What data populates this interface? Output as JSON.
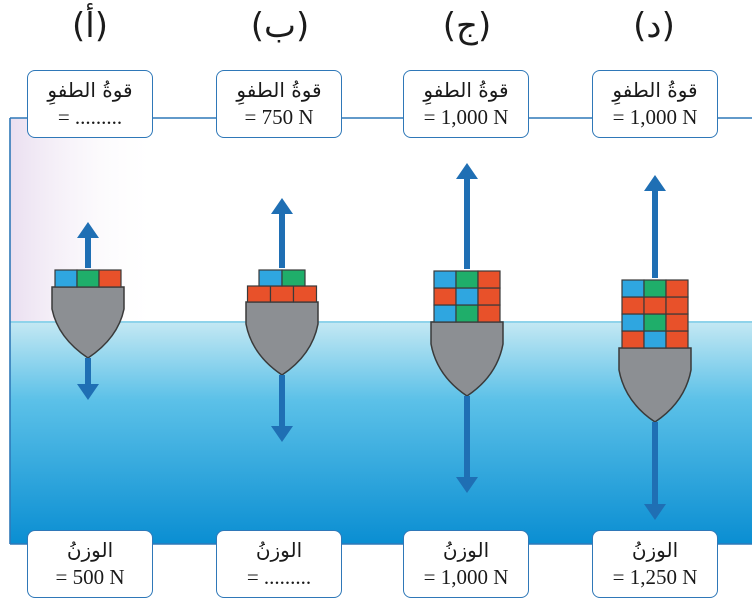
{
  "colors": {
    "water_top": "#bfe6f2",
    "water_bottom": "#0b8fd1",
    "arrow": "#1f6fb4",
    "hull": "#8c8f93",
    "container_orange": "#e8512a",
    "container_blue": "#2fa6e0",
    "container_green": "#1fae6a",
    "box_border": "#2f78b8"
  },
  "panels": [
    {
      "label": "(أ)",
      "buoyancy_text": "قوةُ الطفوِ",
      "buoyancy_value": "= .........",
      "weight_text": "الوزنُ",
      "weight_value": "= 500 N",
      "containers": [
        3
      ]
    },
    {
      "label": "(ب)",
      "buoyancy_text": "قوةُ الطفوِ",
      "buoyancy_value": "= 750 N",
      "weight_text": "الوزنُ",
      "weight_value": "= .........",
      "containers": [
        3,
        2
      ]
    },
    {
      "label": "(ج)",
      "buoyancy_text": "قوةُ الطفوِ",
      "buoyancy_value": "= 1,000 N",
      "weight_text": "الوزنُ",
      "weight_value": "= 1,000 N",
      "containers": [
        3,
        3,
        3
      ]
    },
    {
      "label": "(د)",
      "buoyancy_text": "قوةُ الطفوِ",
      "buoyancy_value": "= 1,000 N",
      "weight_text": "الوزنُ",
      "weight_value": "= 1,250 N",
      "containers": [
        3,
        3,
        3,
        3
      ]
    }
  ]
}
